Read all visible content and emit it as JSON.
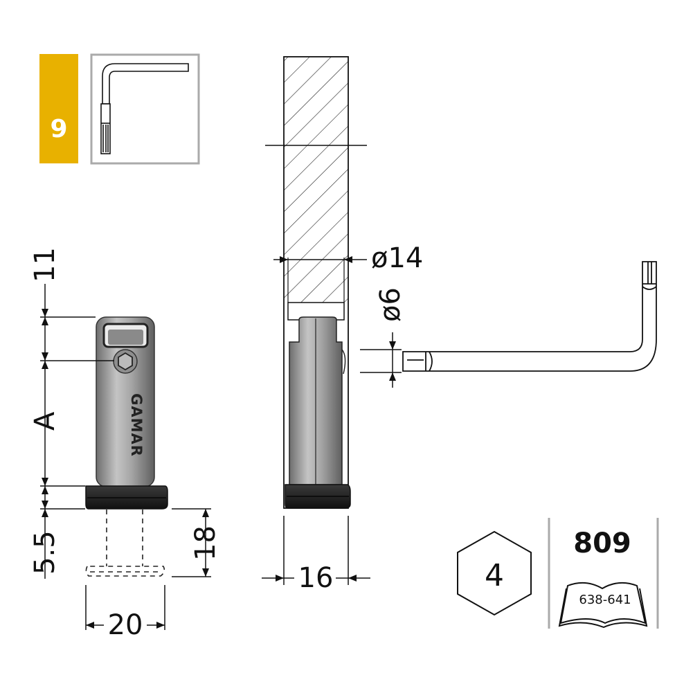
{
  "badge": {
    "number": "9",
    "color": "#e8b100"
  },
  "dimensions": {
    "top_offset": "11",
    "height_var": "A",
    "base_offset": "5.5",
    "insert_depth": "18",
    "base_width": "20",
    "bore_width": "16",
    "outer_diameter": "ø14",
    "hole_diameter": "ø6"
  },
  "brand": {
    "name": "GAMAR"
  },
  "hex_key": {
    "size": "4"
  },
  "catalog": {
    "code": "809",
    "pages": "638-641"
  },
  "colors": {
    "line": "#111111",
    "frame": "#aaaaaa",
    "body": "#9a9a9a",
    "cap": "#2b2b2b"
  }
}
